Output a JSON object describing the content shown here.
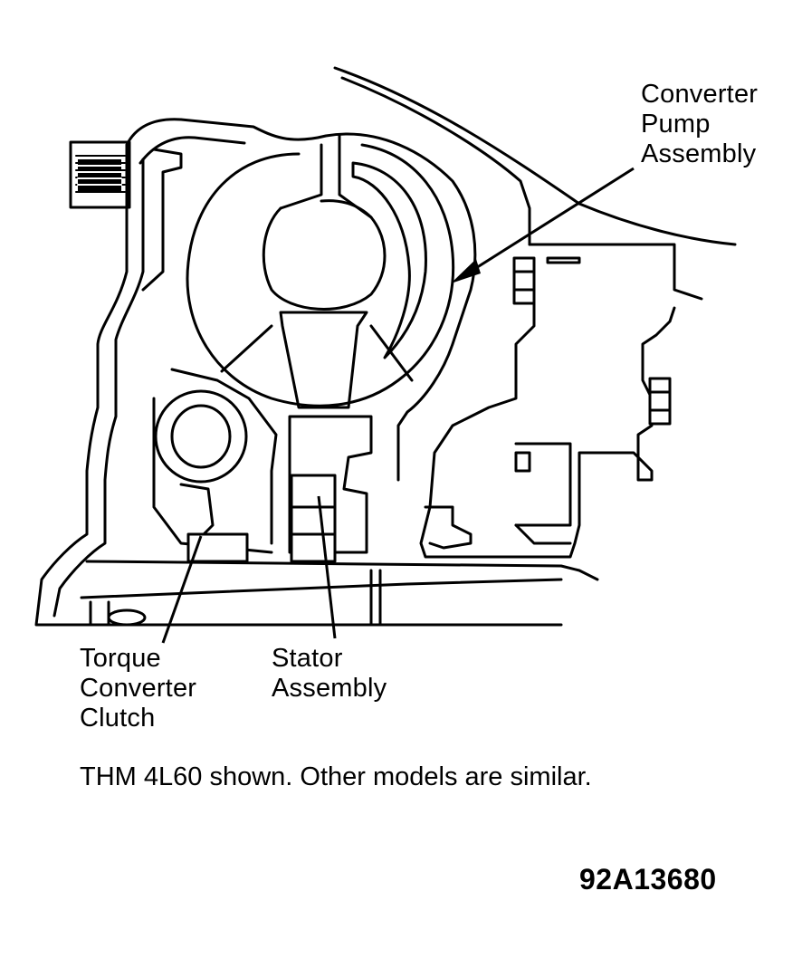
{
  "figure": {
    "callouts": {
      "converter_pump": [
        "Converter",
        "Pump",
        "Assembly"
      ],
      "torque_converter_clutch": [
        "Torque",
        "Converter",
        "Clutch"
      ],
      "stator": [
        "Stator",
        "Assembly"
      ]
    },
    "caption": "THM 4L60 shown. Other models are similar.",
    "figure_id": "92A13680"
  }
}
